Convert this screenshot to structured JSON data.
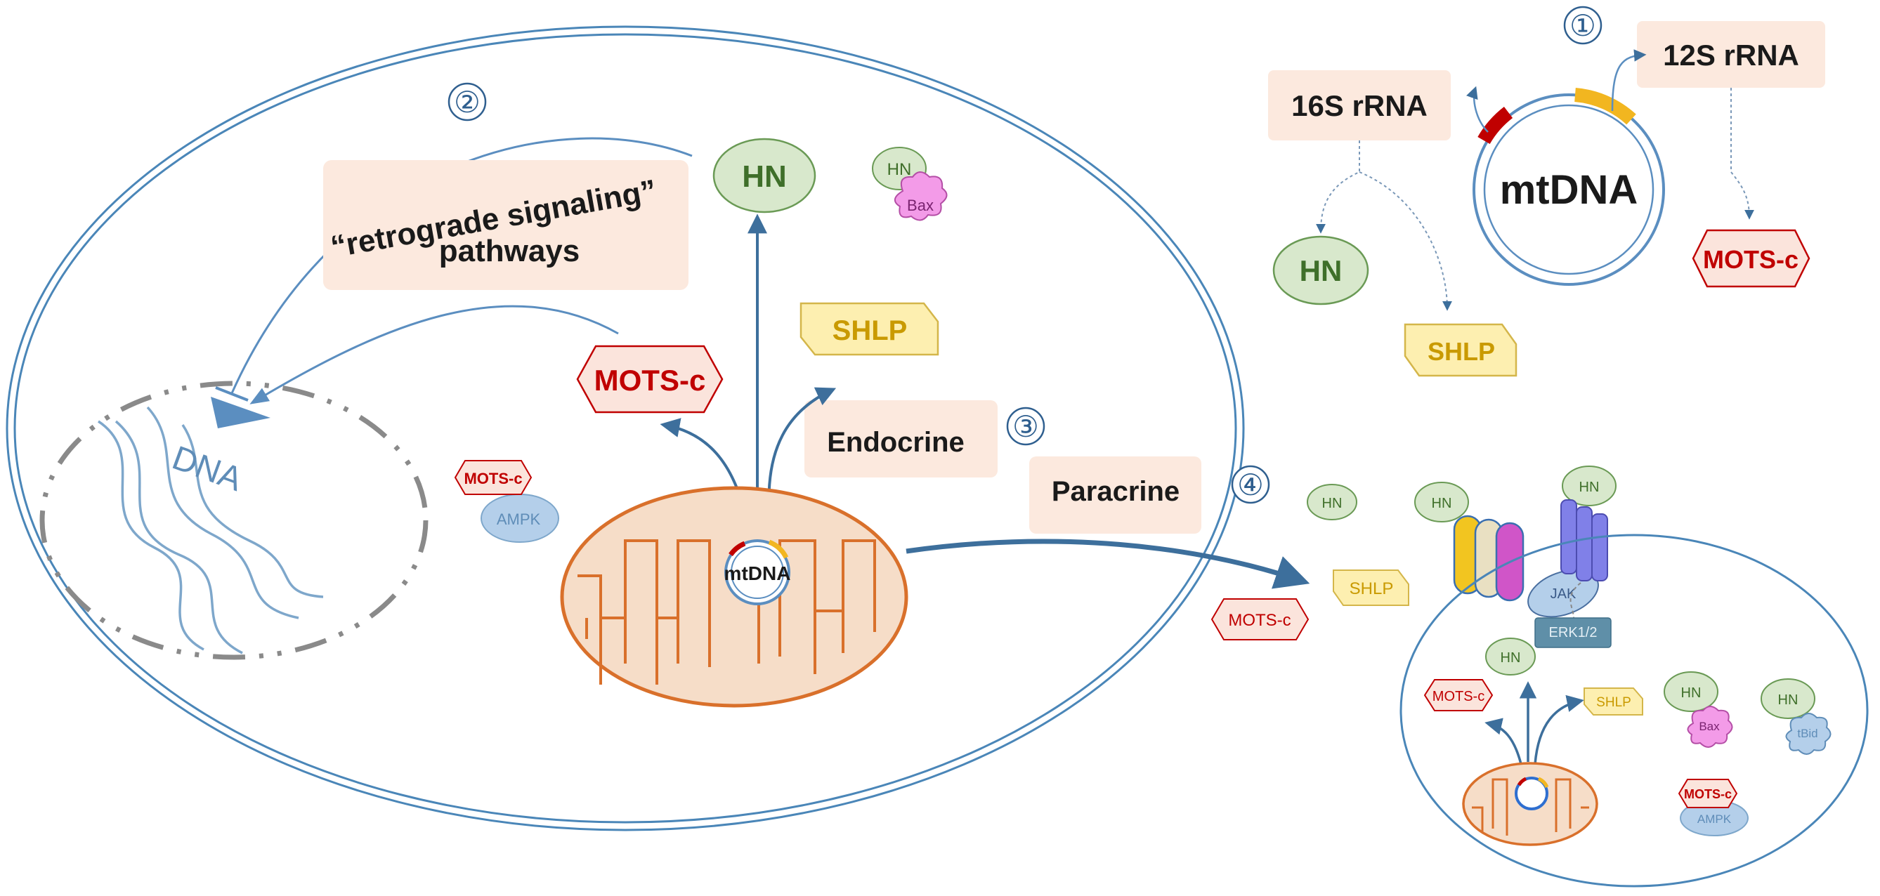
{
  "markers": {
    "m1": "①",
    "m2": "②",
    "m3": "③",
    "m4": "④"
  },
  "rrna": {
    "mtdna_label": "mtDNA",
    "rrna_16s": "16S rRNA",
    "rrna_12s": "12S rRNA",
    "hn": "HN",
    "shlp": "SHLP",
    "mots_c": "MOTS-c"
  },
  "main_cell": {
    "retrograde_line1": "“retrograde signaling”",
    "retrograde_line2": "pathways",
    "dna_label": "DNA",
    "hn_large": "HN",
    "hn_small": "HN",
    "bax": "Bax",
    "shlp": "SHLP",
    "mots_c": "MOTS-c",
    "mots_c_small": "MOTS-c",
    "ampk": "AMPK",
    "endocrine": "Endocrine",
    "mtdna": "mtDNA",
    "paracrine": "Paracrine"
  },
  "extracellular": {
    "hn_1": "HN",
    "hn_2": "HN",
    "hn_3": "HN",
    "shlp": "SHLP",
    "mots_c": "MOTS-c",
    "jak": "JAK",
    "erk": "ERK1/2"
  },
  "target_cell": {
    "hn_top": "HN",
    "mots_c": "MOTS-c",
    "shlp": "SHLP",
    "hn_bax": "HN",
    "bax": "Bax",
    "hn_tbid": "HN",
    "tbid": "tBid",
    "mots_c_ampk": "MOTS-c",
    "ampk": "AMPK"
  },
  "colors": {
    "membrane": "#4a86b8",
    "arrow": "#3d6f9c",
    "mito": "#d9702b",
    "mito_fill": "#f6ddc8",
    "hn_fill": "#d8e8cc",
    "hn_text": "#3f6f2a",
    "shlp_fill": "#fdefb0",
    "shlp_text": "#c99a00",
    "mots_fill": "#fbe4dc",
    "mots_text": "#c00000",
    "label_bg": "#fce9de",
    "bax_fill": "#f39be8",
    "ampk_fill": "#b4cfea",
    "dna": "#7ea7cb",
    "nucleus": "#8a8a8a"
  }
}
